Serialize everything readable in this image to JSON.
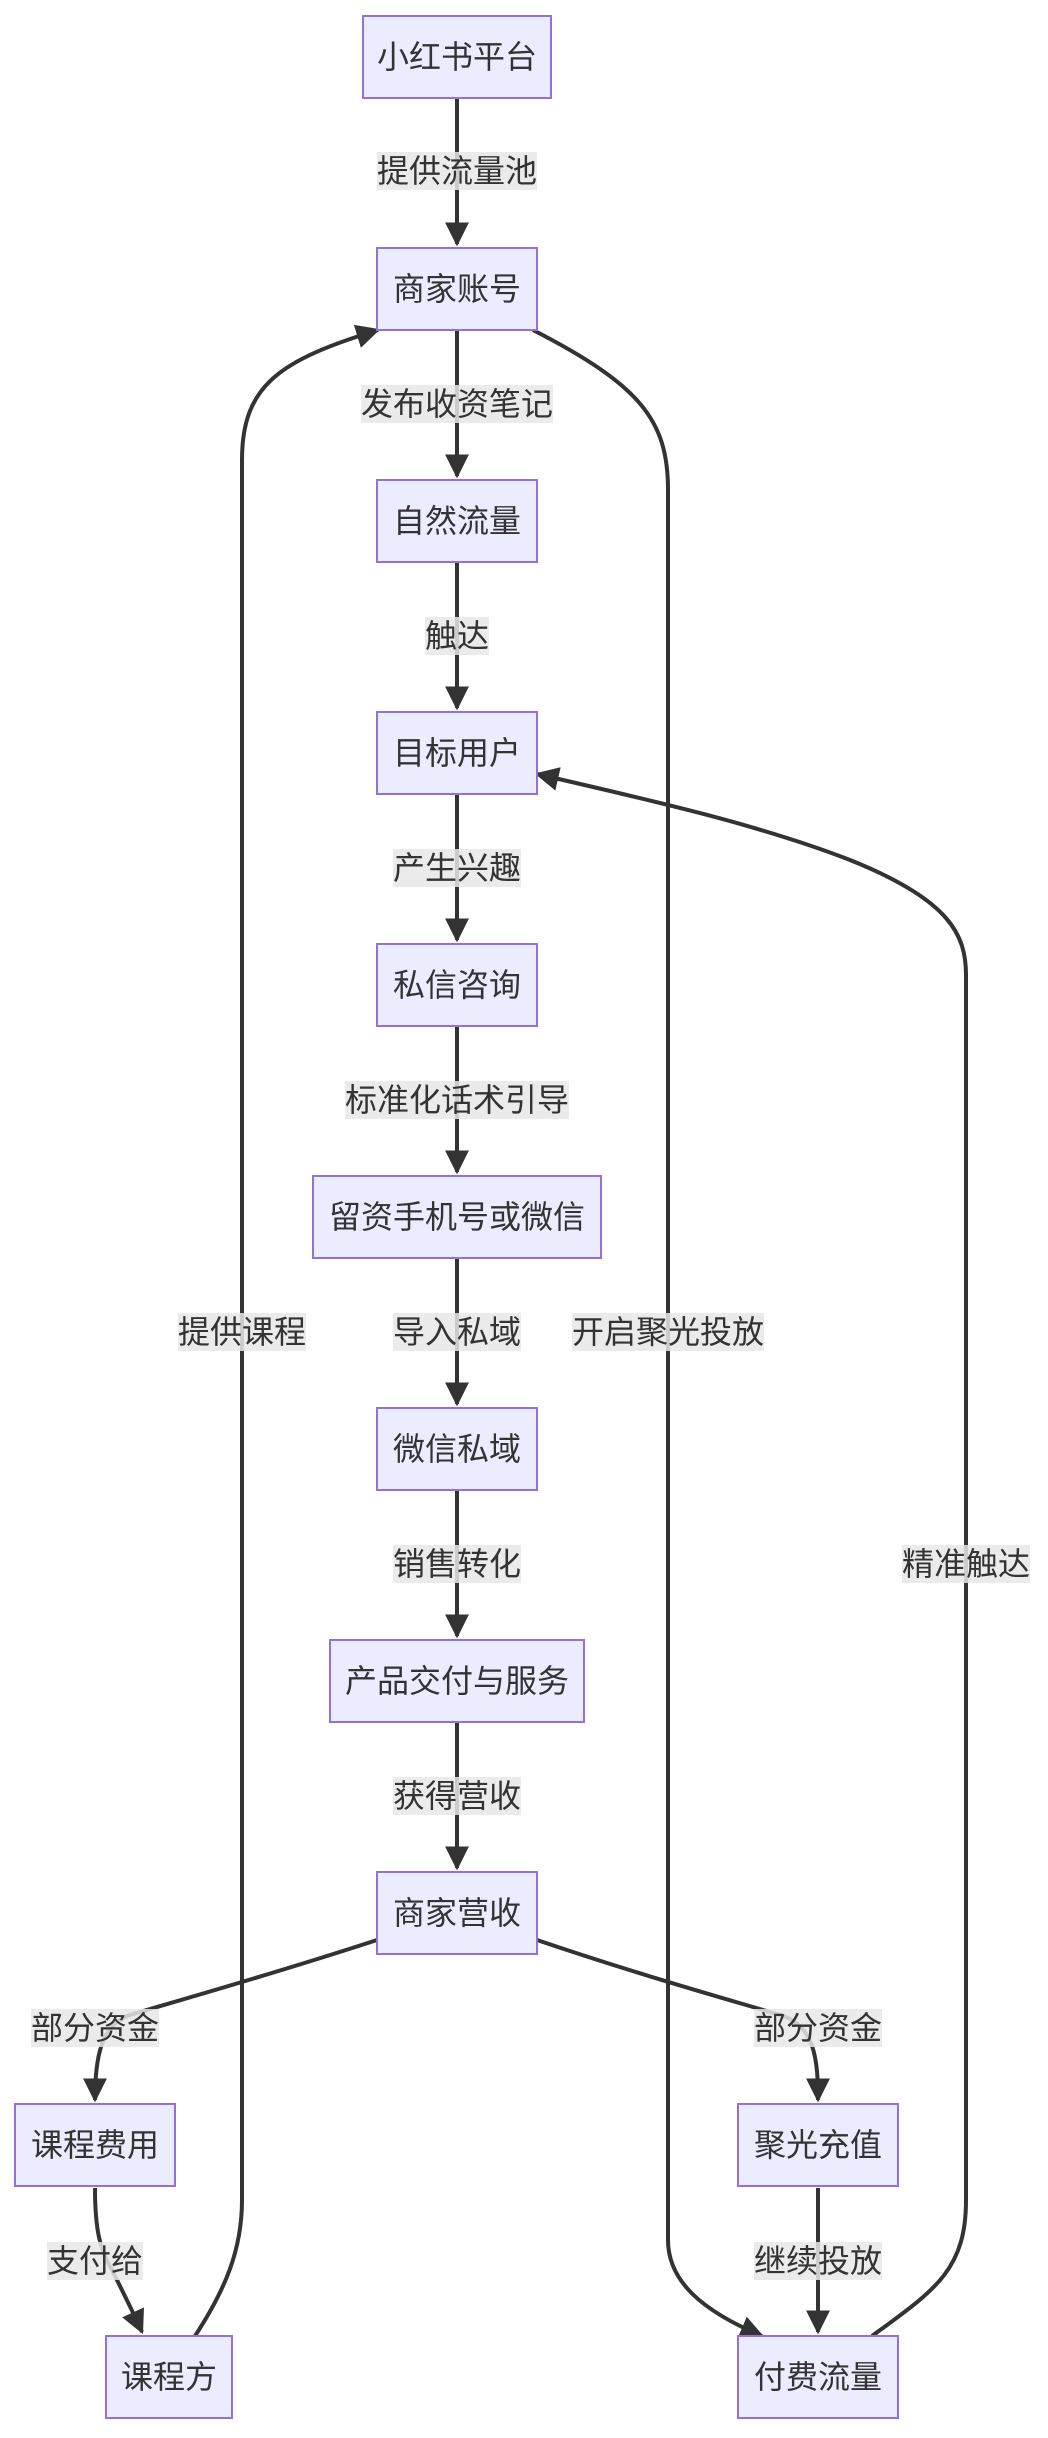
{
  "nodes": {
    "platform": "小红书平台",
    "merchant_account": "商家账号",
    "natural_traffic": "自然流量",
    "target_user": "目标用户",
    "private_consult": "私信咨询",
    "leave_contact": "留资手机号或微信",
    "wechat_private": "微信私域",
    "delivery_service": "产品交付与服务",
    "merchant_revenue": "商家营收",
    "course_fee": "课程费用",
    "juguang_recharge": "聚光充值",
    "course_provider": "课程方",
    "paid_traffic": "付费流量"
  },
  "edges": {
    "provide_traffic_pool": "提供流量池",
    "publish_notes": "发布收资笔记",
    "reach": "触达",
    "interest": "产生兴趣",
    "standard_script": "标准化话术引导",
    "import_private": "导入私域",
    "sales_conversion": "销售转化",
    "get_revenue": "获得营收",
    "part_funds_left": "部分资金",
    "part_funds_right": "部分资金",
    "pay_to": "支付给",
    "continue_ads": "继续投放",
    "provide_course": "提供课程",
    "open_juguang": "开启聚光投放",
    "precise_reach": "精准触达"
  }
}
